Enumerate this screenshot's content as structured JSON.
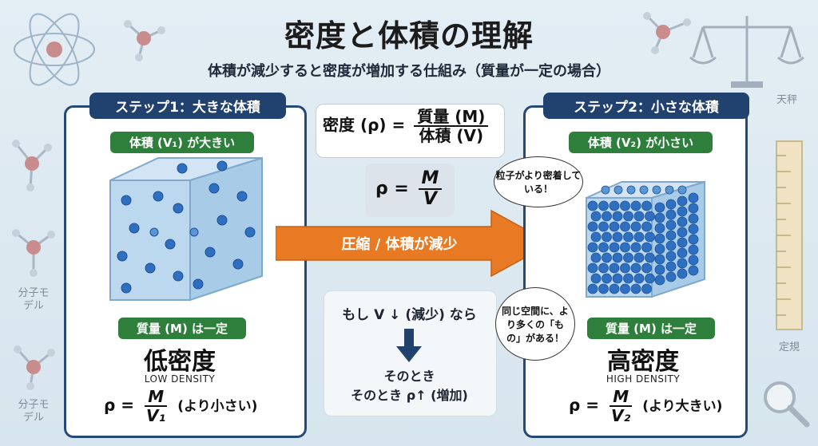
{
  "header": {
    "title": "密度と体積の理解",
    "subtitle": "体積が減少すると密度が増加する仕組み（質量が一定の場合）"
  },
  "step1": {
    "tab": "ステップ1：大きな体積",
    "volume_pill": "体積 (V₁) が大きい",
    "mass_pill": "質量 (M) は一定",
    "density_label": "低密度",
    "density_en": "LOW DENSITY",
    "formula": {
      "rho": "ρ =",
      "num": "M",
      "den": "V₁",
      "note": "(より小さい)"
    }
  },
  "step2": {
    "tab": "ステップ2：小さな体積",
    "volume_pill": "体積 (V₂) が小さい",
    "mass_pill": "質量 (M) は一定",
    "density_label": "高密度",
    "density_en": "HIGH DENSITY",
    "formula": {
      "rho": "ρ =",
      "num": "M",
      "den": "V₂",
      "note": "(より大きい)"
    },
    "bubble_top": "粒子がより密着している！",
    "bubble_bottom": "同じ空間に、より多くの「もの」がある！"
  },
  "center": {
    "def_lhs": "密度 (ρ) =",
    "def_num": "質量 (M)",
    "def_den": "体積 (V)",
    "short_lhs": "ρ =",
    "short_num": "M",
    "short_den": "V",
    "arrow_label": "圧縮 / 体積が減少",
    "if_text": "もし V ↓ (減少) なら",
    "then_1": "そのとき",
    "then_2": "そのとき ρ↑ (増加)"
  },
  "side": {
    "molecule_left_1": "分子モデル",
    "molecule_left_2": "分子モデル",
    "balance": "天秤",
    "ruler": "定規"
  },
  "colors": {
    "panel_border": "#264a78",
    "tab_bg": "#21416e",
    "pill_bg": "#2f7f3c",
    "arrow": "#e87a24",
    "particle": "#2f6fbf"
  }
}
